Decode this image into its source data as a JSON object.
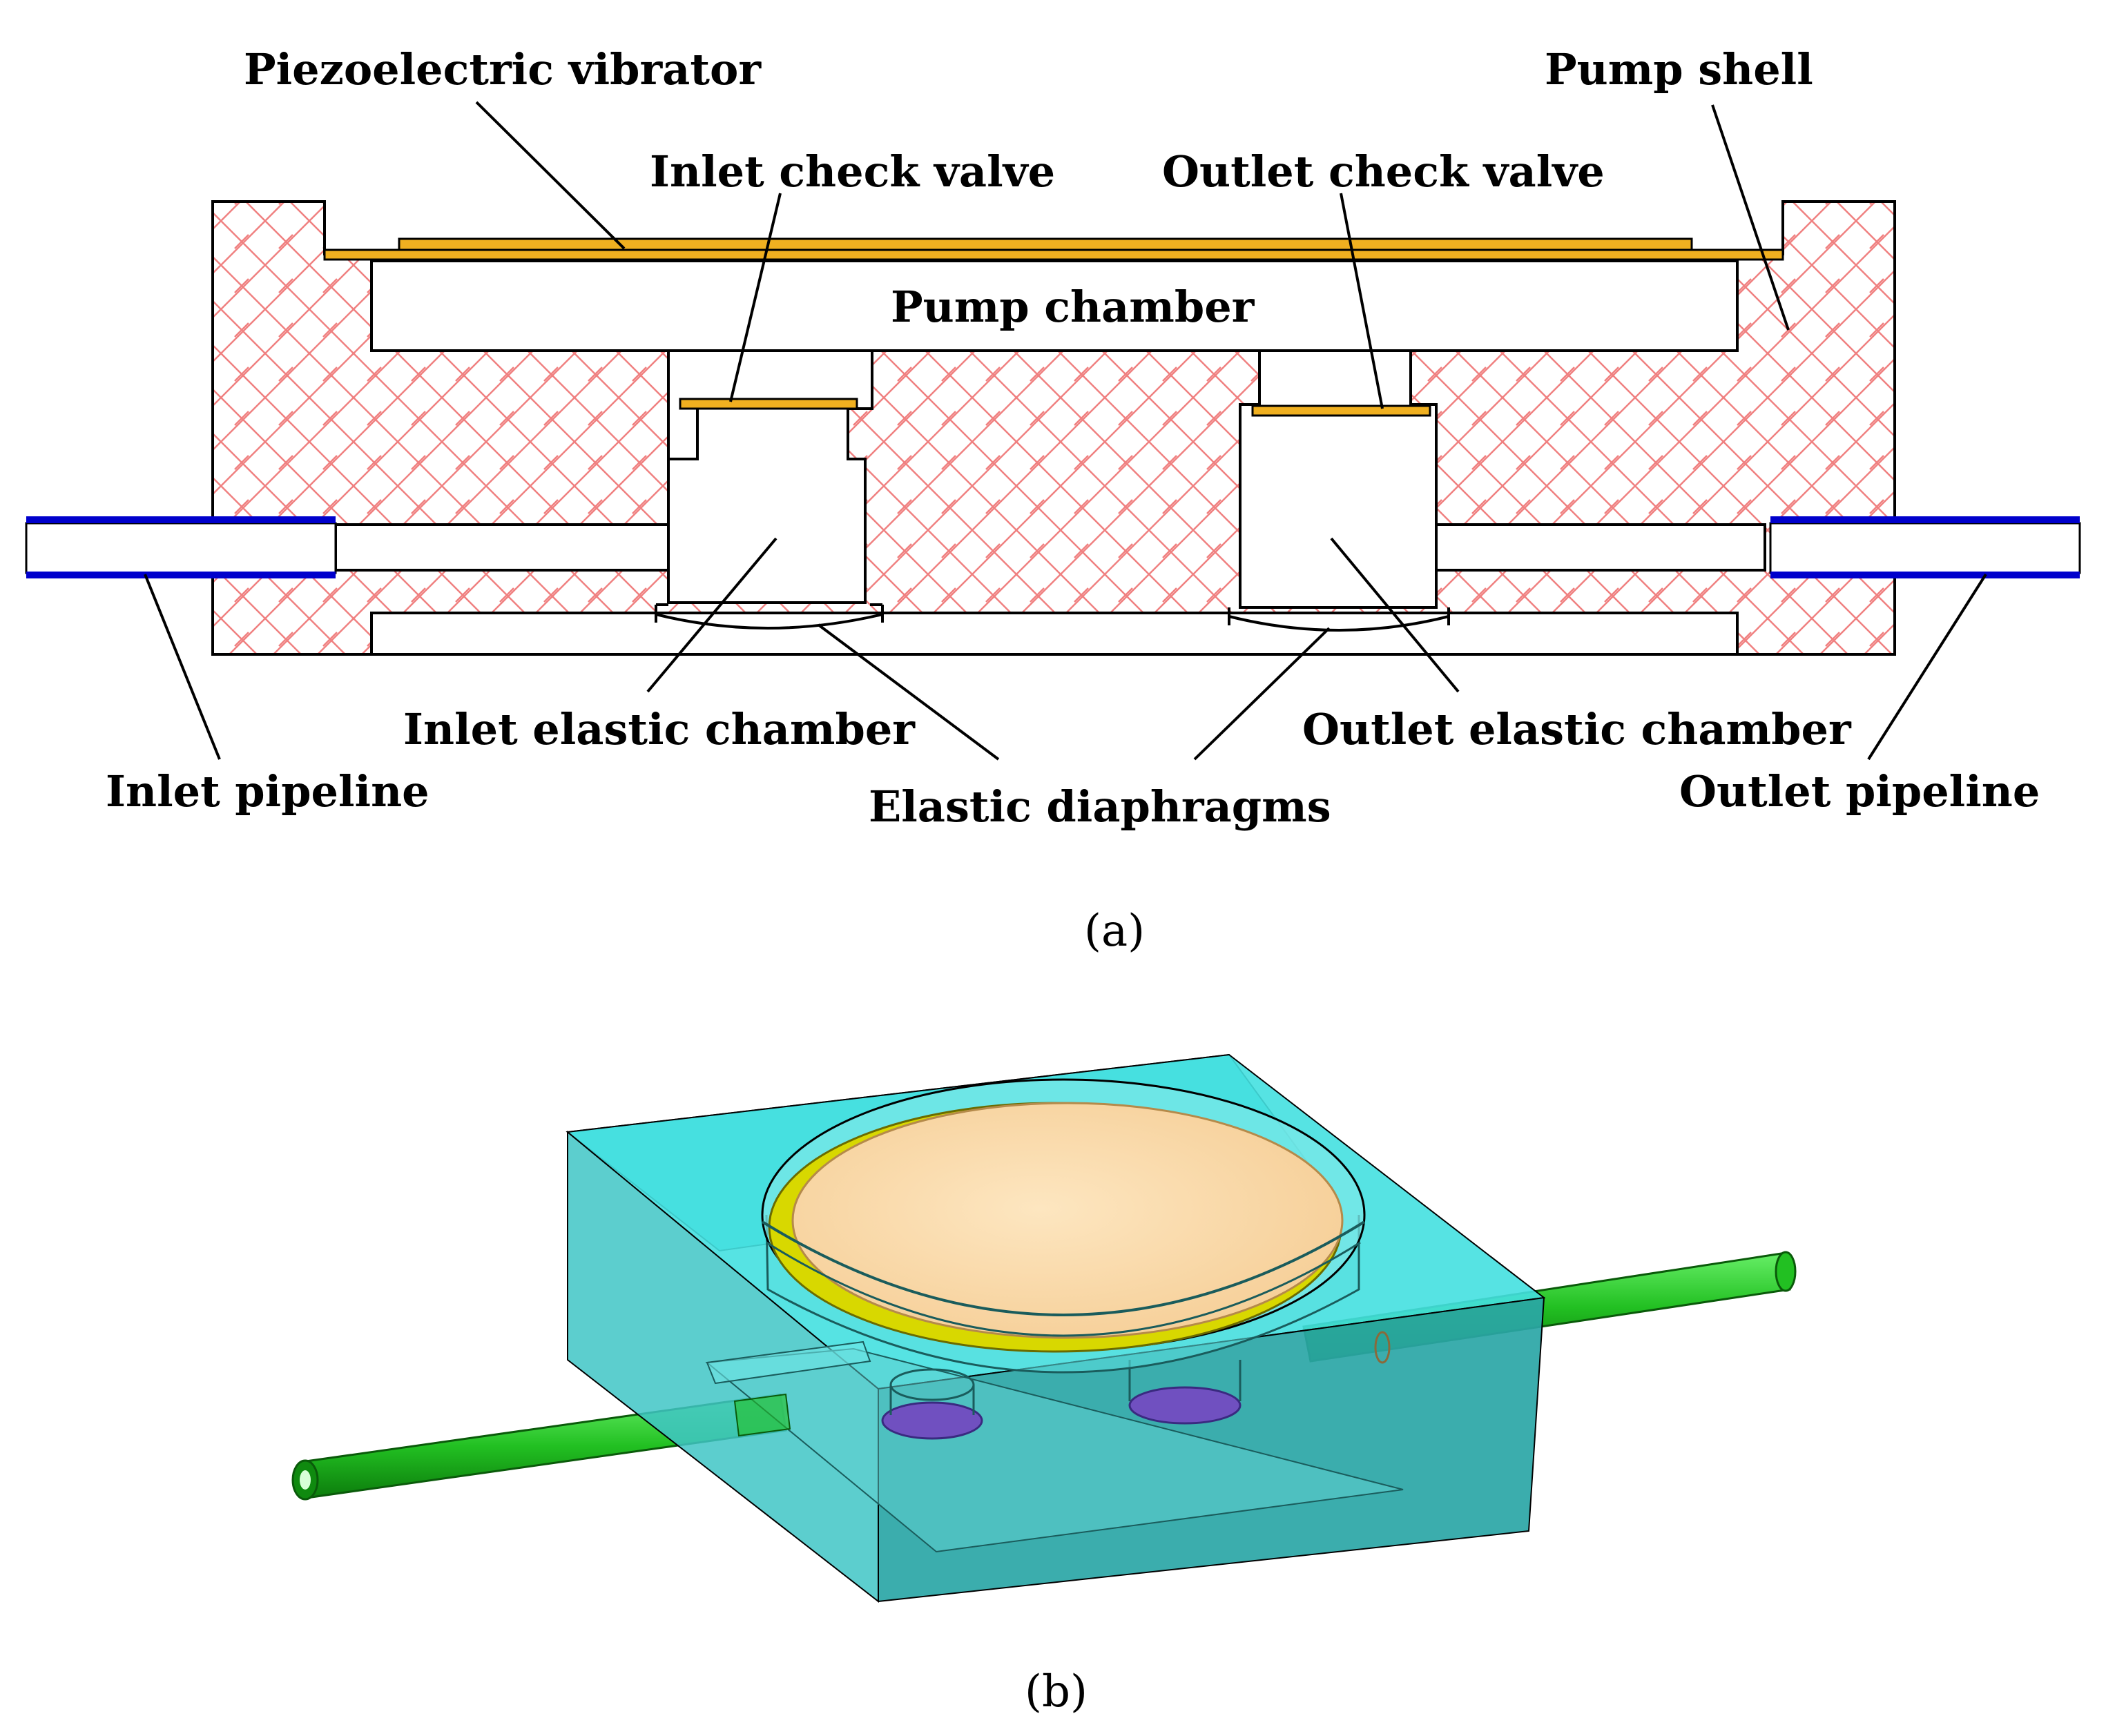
{
  "labels": {
    "piezoelectric_vibrator": "Piezoelectric vibrator",
    "pump_shell": "Pump shell",
    "inlet_check_valve": "Inlet check valve",
    "outlet_check_valve": "Outlet check valve",
    "pump_chamber": "Pump chamber",
    "inlet_elastic_chamber": "Inlet elastic chamber",
    "outlet_elastic_chamber": "Outlet elastic chamber",
    "elastic_diaphragms": "Elastic diaphragms",
    "inlet_pipeline": "Inlet pipeline",
    "outlet_pipeline": "Outlet pipeline"
  },
  "captions": {
    "a": "(a)",
    "b": "(b)"
  },
  "colors": {
    "shell_hatch": "#f08080",
    "vibrator_gold": "#f0b020",
    "pipeline_blue": "#0000cc",
    "box_cyan": "#40d8d8",
    "box_cyan_dark": "#2aa6a6",
    "pipe_green": "#22c022",
    "disc_peach": "#fcdcaa",
    "ring_yellow": "#d8d800",
    "valve_purple": "#7050c0"
  }
}
